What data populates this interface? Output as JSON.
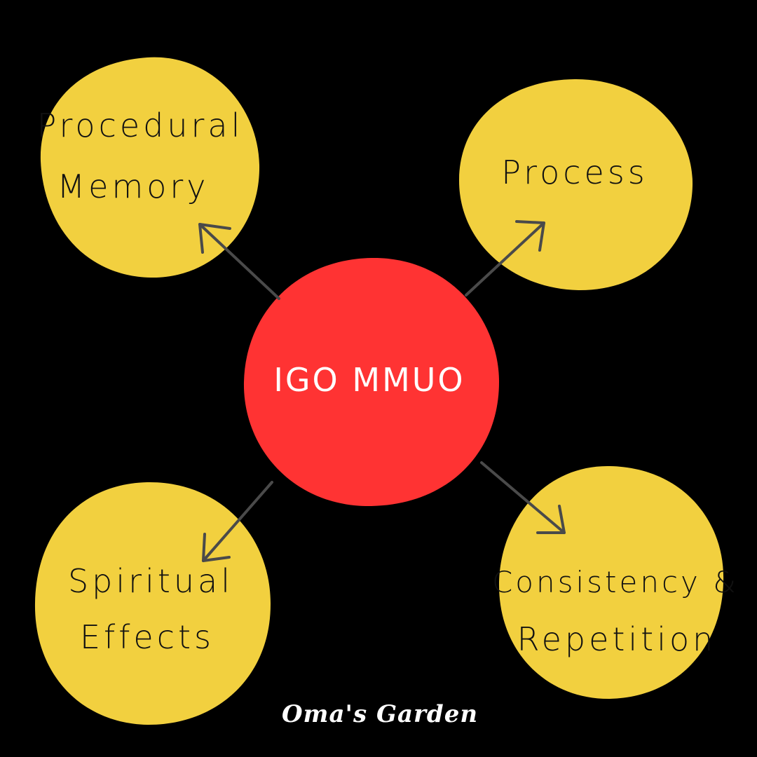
{
  "colors": {
    "background": "#000000",
    "bubble": "#f2d03f",
    "center": "#ff3333",
    "arrow": "#4a4a4a",
    "text_dark": "#111111",
    "text_light": "#ffffff"
  },
  "center": {
    "label": "IGO MMUO"
  },
  "nodes": {
    "top_left": {
      "line1": "Procedural",
      "line2": "Memory"
    },
    "top_right": {
      "line1": "Process"
    },
    "bottom_left": {
      "line1": "Spiritual",
      "line2": "Effects"
    },
    "bottom_right": {
      "line1": "Consistency &",
      "line2": "Repetition"
    }
  },
  "brand": {
    "label": "Oma's Garden"
  }
}
